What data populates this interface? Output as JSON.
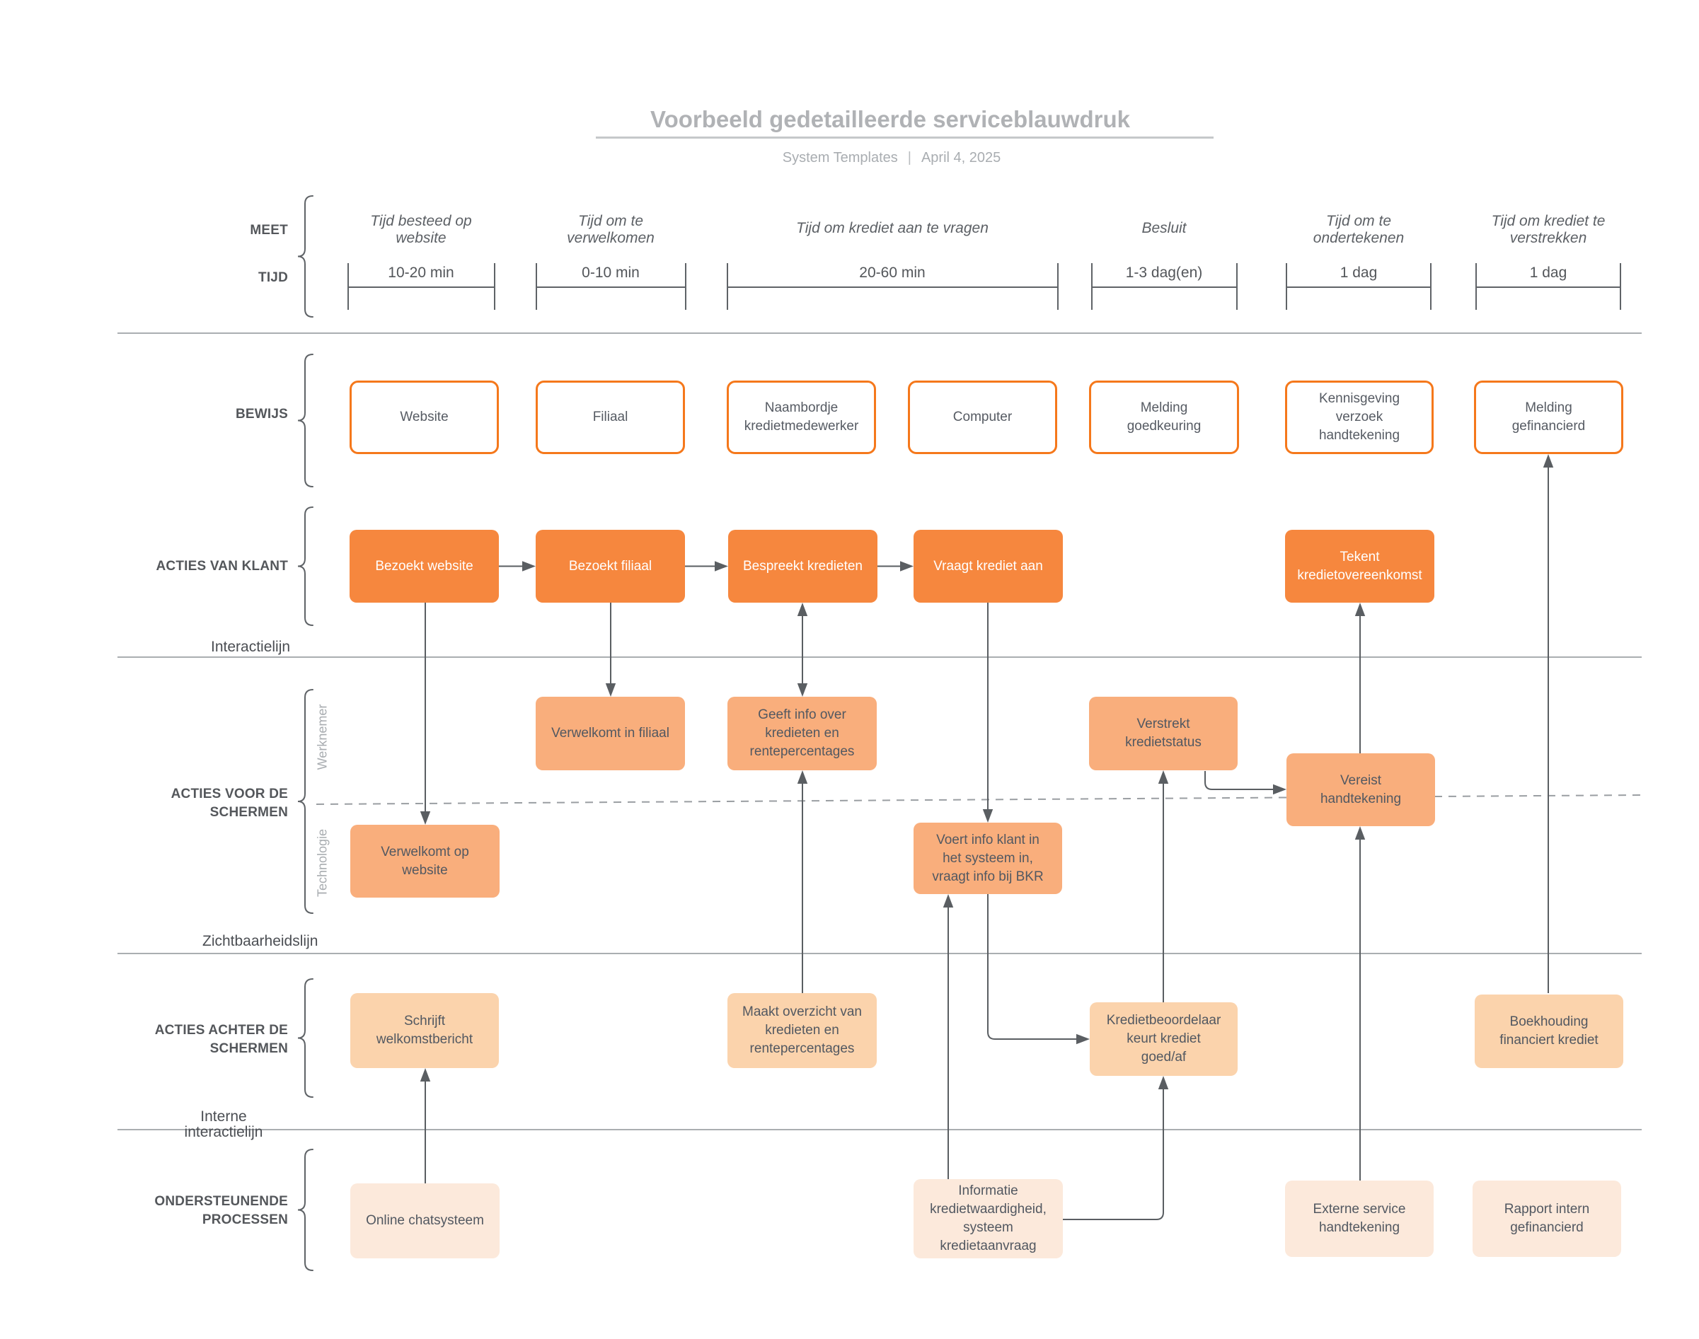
{
  "header": {
    "title": "Voorbeeld gedetailleerde serviceblauwdruk",
    "source": "System Templates",
    "divider": "|",
    "date": "April 4, 2025"
  },
  "lanes": {
    "meet": "MEET",
    "tijd": "TIJD",
    "bewijs": "BEWIJS",
    "acties_van_klant": "ACTIES VAN KLANT",
    "acties_voor_de_schermen": "ACTIES VOOR DE\nSCHERMEN",
    "acties_achter_de_schermen": "ACTIES ACHTER DE\nSCHERMEN",
    "ondersteunende_processen": "ONDERSTEUNENDE\nPROCESSEN",
    "werknemer": "Werknemer",
    "technologie": "Technologie"
  },
  "boundaries": {
    "interactielijn": "Interactielijn",
    "zichtbaarheidslijn": "Zichtbaarheidslijn",
    "interne_interactielijn": "Interne\ninteractielijn"
  },
  "meet_tijd": [
    {
      "measure": "Tijd besteed op\nwebsite",
      "time": "10-20 min"
    },
    {
      "measure": "Tijd om te\nverwelkomen",
      "time": "0-10 min"
    },
    {
      "measure": "Tijd om krediet aan te vragen",
      "time": "20-60 min"
    },
    {
      "measure": "Besluit",
      "time": "1-3 dag(en)"
    },
    {
      "measure": "Tijd om te\nondertekenen",
      "time": "1 dag"
    },
    {
      "measure": "Tijd om krediet te\nverstrekken",
      "time": "1 dag"
    }
  ],
  "bewijs_items": [
    "Website",
    "Filiaal",
    "Naambordje\nkredietmedewerker",
    "Computer",
    "Melding\ngoedkeuring",
    "Kennisgeving\nverzoek\nhandtekening",
    "Melding\ngefinancierd"
  ],
  "klant_acties": [
    "Bezoekt website",
    "Bezoekt filiaal",
    "Bespreekt kredieten",
    "Vraagt krediet aan",
    "Tekent\nkredietovereenkomst"
  ],
  "voor_schermen_acties": [
    "Verwelkomt in filiaal",
    "Geeft info over\nkredieten en\nrentepercentages",
    "Verstrekt\nkredietstatus",
    "Vereist\nhandtekening",
    "Verwelkomt op\nwebsite",
    "Voert info klant in\nhet systeem in,\nvraagt info bij BKR"
  ],
  "achter_schermen_acties": [
    "Schrijft\nwelkomstbericht",
    "Maakt overzicht van\nkredieten en\nrentepercentages",
    "Kredietbeoordelaar\nkeurt krediet\ngoed/af",
    "Boekhouding\nfinanciert krediet"
  ],
  "ondersteunende_items": [
    "Online chatsysteem",
    "Informatie\nkredietwaardigheid,\nsysteem\nkredietaanvraag",
    "Externe service\nhandtekening",
    "Rapport intern\ngefinancierd"
  ],
  "colors": {
    "klant_fill": "#f6873e",
    "voor_fill": "#f9ae7c",
    "achter_fill": "#fbd3ac",
    "onder_fill": "#fce9db",
    "bewijs_border": "#f5781b",
    "connector": "#5a5e62"
  }
}
